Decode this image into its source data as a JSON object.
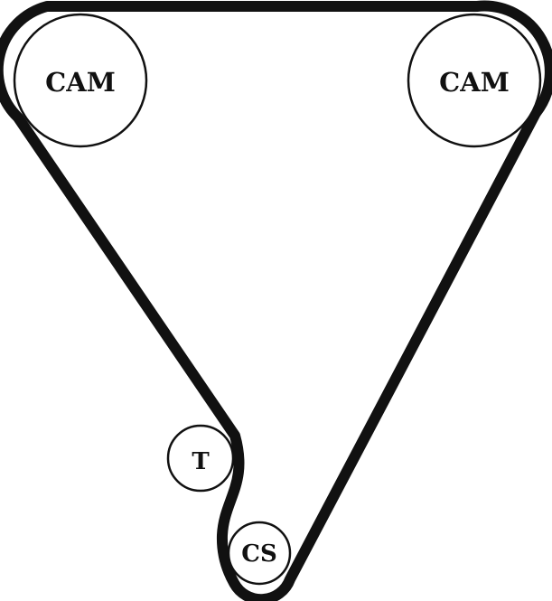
{
  "diagram": {
    "labels": {
      "cam_left": "CAM",
      "cam_right": "CAM",
      "tensioner": "T",
      "crankshaft": "CS"
    },
    "colors": {
      "belt": "#111111",
      "pulley_stroke": "#111111",
      "pulley_fill": "#ffffff",
      "text": "#111111"
    }
  }
}
